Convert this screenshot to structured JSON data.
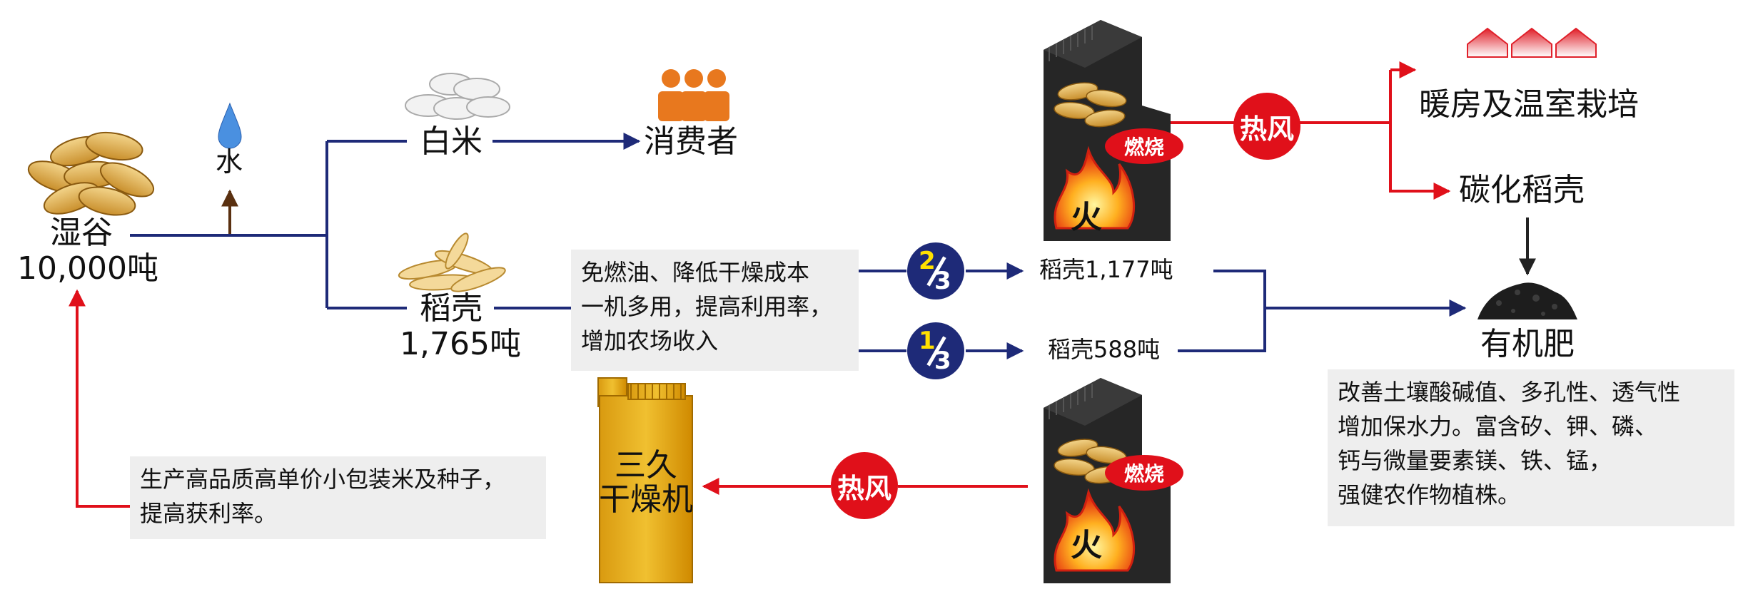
{
  "colors": {
    "blue_line": "#1e2a78",
    "red_line": "#e0101a",
    "brown_arrow": "#5a3010",
    "note_bg": "#eeeeee"
  },
  "wet_grain": {
    "label": "湿谷",
    "amount": "10,000吨"
  },
  "water": {
    "label": "水"
  },
  "white_rice": {
    "label": "白米"
  },
  "consumer": {
    "label": "消费者"
  },
  "husk": {
    "label": "稻壳",
    "amount": "1,765吨"
  },
  "benefit_note": {
    "lines": [
      "免燃油、降低干燥成本",
      "一机多用，提高利用率，",
      "增加农场收入"
    ]
  },
  "fraction_two_thirds": {
    "numerator": "2",
    "denominator": "3"
  },
  "fraction_one_third": {
    "numerator": "1",
    "denominator": "3"
  },
  "husk_upper": {
    "label": "稻壳1,177吨"
  },
  "husk_lower": {
    "label": "稻壳588吨"
  },
  "burner_top": {
    "burn_label": "燃烧",
    "fire_label": "火"
  },
  "burner_bottom": {
    "burn_label": "燃烧",
    "fire_label": "火"
  },
  "hot_air_top": {
    "label": "热风"
  },
  "hot_air_bottom": {
    "label": "热风"
  },
  "heating": {
    "label": "暖房及温室栽培"
  },
  "carbonized_husk": {
    "label": "碳化稻壳"
  },
  "fertilizer": {
    "label": "有机肥"
  },
  "fertilizer_note": {
    "lines": [
      "改善土壤酸碱值、多孔性、透气性",
      "增加保水力。富含矽、钾、磷、",
      "钙与微量要素镁、铁、锰，",
      "强健农作物植株。"
    ]
  },
  "dryer": {
    "line1": "三久",
    "line2": "干燥机"
  },
  "profit_note": {
    "lines": [
      "生产高品质高单价小包装米及种子，",
      "提高获利率。"
    ]
  }
}
